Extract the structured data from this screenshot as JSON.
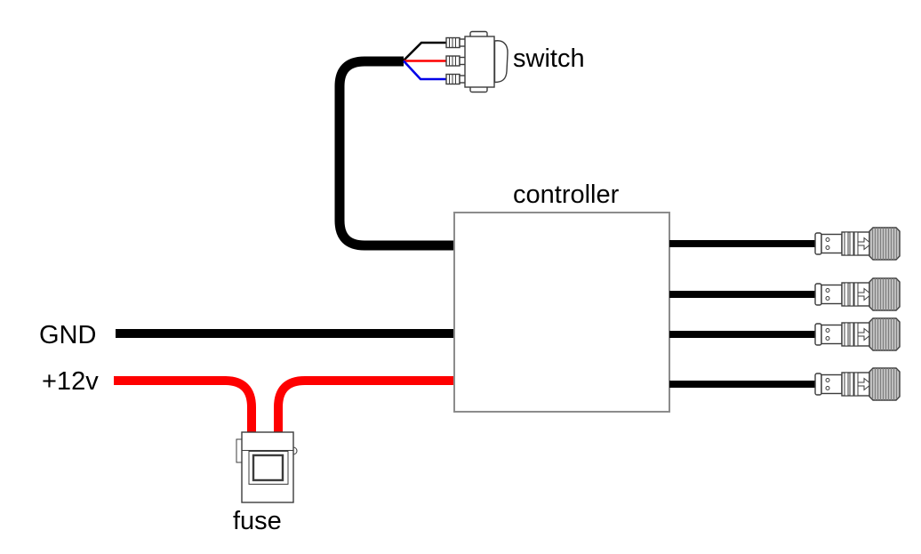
{
  "labels": {
    "switch": "switch",
    "controller": "controller",
    "ground": "GND",
    "power": "+12v",
    "fuse": "fuse"
  },
  "colors": {
    "background": "#ffffff",
    "text": "#000000",
    "wire_black": "#000000",
    "wire_red": "#fe0000",
    "wire_blue": "#0000e8",
    "outline": "#3c3c3c",
    "box_border": "#8c8c8c",
    "connector_cap": "#c6c6c6",
    "cap_rib": "#7e7e7e"
  },
  "components": {
    "output_connector_count": 4
  }
}
